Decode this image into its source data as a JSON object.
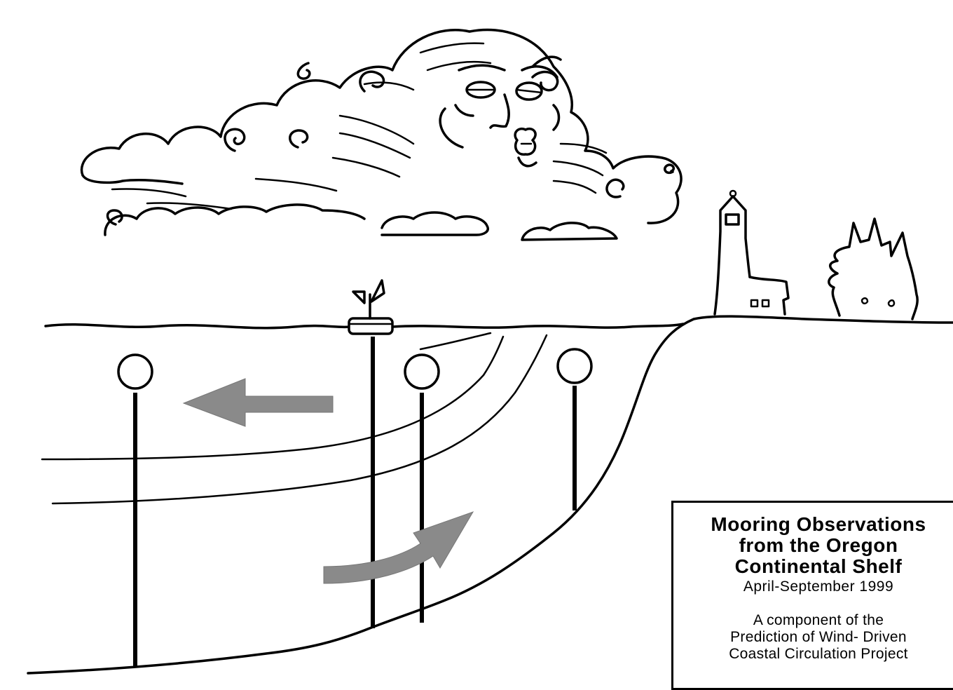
{
  "title_box": {
    "title_line_1": "Mooring Observations",
    "title_line_2": "from the Oregon",
    "title_line_3": "Continental Shelf",
    "dates": "April-September 1999",
    "subtitle_line_1": "A component of the",
    "subtitle_line_2": "Prediction of Wind- Driven",
    "subtitle_line_3": "Coastal Circulation Project"
  },
  "colors": {
    "ink": "#000000",
    "arrow_fill": "#8a8a8a",
    "background": "#ffffff"
  },
  "icons": [
    "wind-face-cloud-icon",
    "lighthouse-icon",
    "house-icon",
    "tree-icon",
    "meteorological-buoy-icon",
    "offshore-current-arrow-icon",
    "onshore-current-arrow-icon",
    "mooring-float-icon"
  ]
}
